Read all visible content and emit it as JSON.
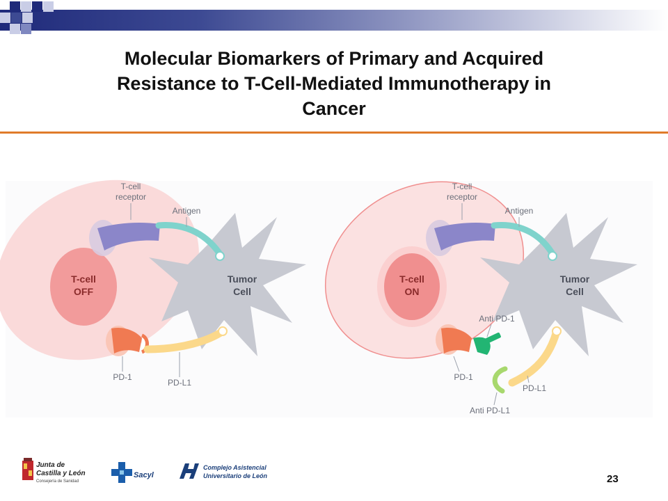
{
  "slide": {
    "title_lines": [
      "Molecular Biomarkers of Primary and Acquired",
      "Resistance to T-Cell-Mediated Immunotherapy in",
      "Cancer"
    ],
    "page_number": "23"
  },
  "diagram_left": {
    "tcell_line1": "T-cell",
    "tcell_line2": "OFF",
    "receptor_line1": "T-cell",
    "receptor_line2": "receptor",
    "antigen": "Antigen",
    "tumor_line1": "Tumor",
    "tumor_line2": "Cell",
    "pd1": "PD-1",
    "pdl1": "PD-L1"
  },
  "diagram_right": {
    "tcell_line1": "T-cell",
    "tcell_line2": "ON",
    "receptor_line1": "T-cell",
    "receptor_line2": "receptor",
    "antigen": "Antigen",
    "tumor_line1": "Tumor",
    "tumor_line2": "Cell",
    "anti_pd1": "Anti PD-1",
    "pd1": "PD-1",
    "pdl1": "PD-L1",
    "anti_pdl1": "Anti PD-L1"
  },
  "footer": {
    "logo1_line1": "Junta de",
    "logo1_line2": "Castilla y León",
    "logo1_line3": "Consejería de Sanidad",
    "logo2": "Sacyl",
    "logo3_line1": "Complejo Asistencial",
    "logo3_line2": "Universitario de León"
  },
  "colors": {
    "title_rule": "#e07b2a",
    "header_bar": "#1f2a7a",
    "tcell_outer": "#f9d3d3",
    "tcell_inner": "#f08f8f",
    "receptor": "#8b86c9",
    "antigen": "#7fd3cc",
    "tumor": "#c7c9d1",
    "pd1": "#f07a52",
    "pdl1": "#fbd88a",
    "anti_pd1": "#22b573",
    "anti_pdl1": "#a8d86e"
  }
}
